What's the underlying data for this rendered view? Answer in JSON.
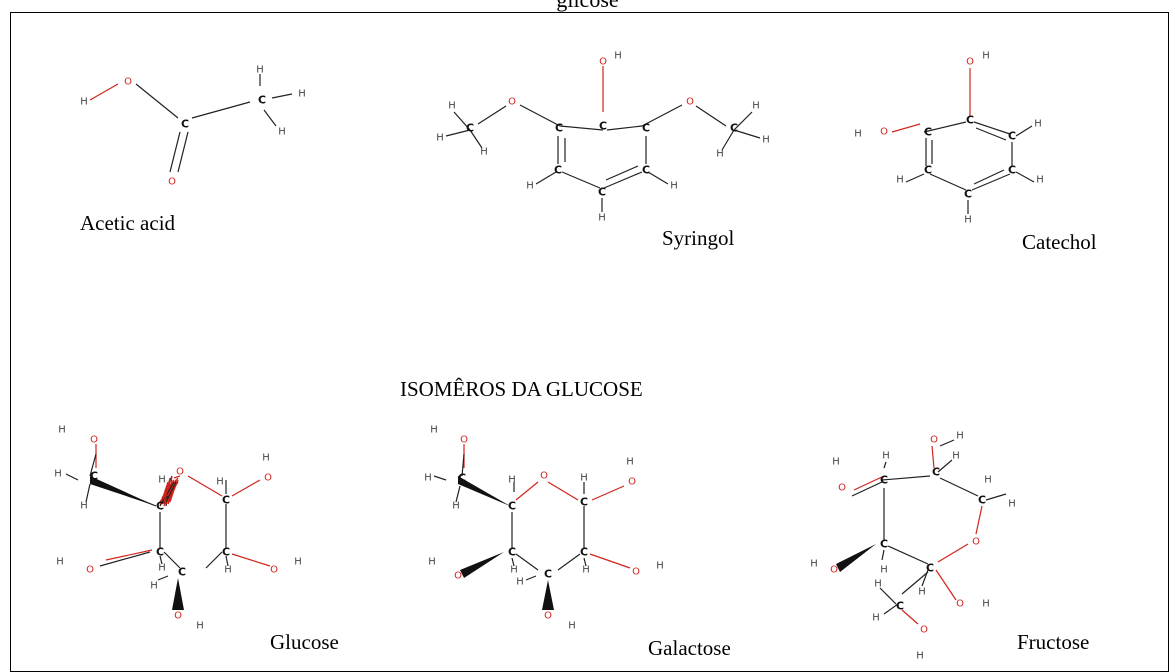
{
  "header": {
    "top_text": "glicose"
  },
  "molecules": {
    "acetic_acid": "Acetic acid",
    "syringol": "Syringol",
    "catechol": "Catechol",
    "glucose": "Glucose",
    "galactose": "Galactose",
    "fructose": "Fructose"
  },
  "section": {
    "isomers_title": "ISOMÊROS DA GLUCOSE"
  },
  "colors": {
    "oxygen": "#d0241b",
    "carbon": "#111111",
    "hydrogen": "#444444"
  }
}
